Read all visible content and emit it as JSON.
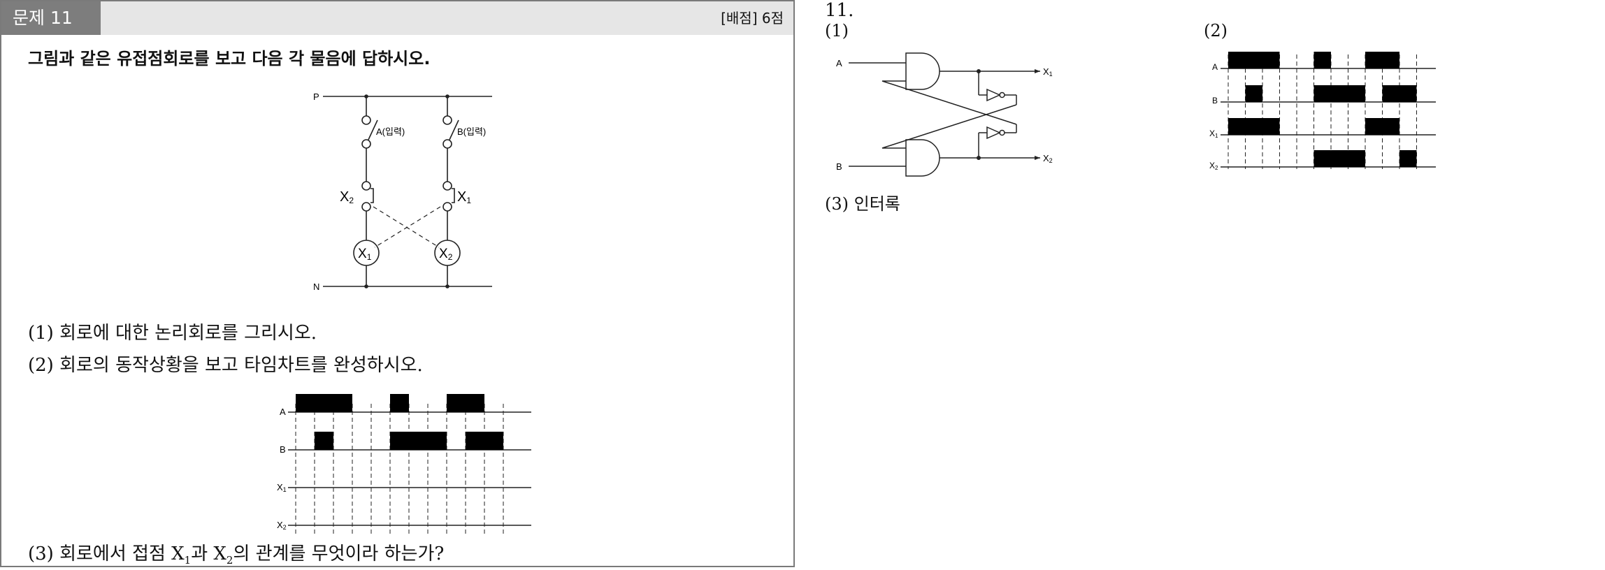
{
  "problem": {
    "tag": "문제 11",
    "score": "[배점] 6점",
    "question": "그림과 같은 유접점회로를 보고 다음 각 물음에 답하시오.",
    "sub1": "(1) 회로에 대한 논리회로를 그리시오.",
    "sub2": "(2) 회로의 동작상황을 보고 타임차트를 완성하시오.",
    "sub3_pre": "(3) 회로에서 접점 X",
    "sub3_mid": "과 X",
    "sub3_post": "의 관계를 무엇이라 하는가?",
    "sub_index_1": "1",
    "sub_index_2": "2"
  },
  "relay_diagram": {
    "rail_top": "P",
    "rail_bottom": "N",
    "switch_a": "A(입력)",
    "switch_b": "B(입력)",
    "contact_left": "X",
    "contact_left_sub": "2",
    "contact_right": "X",
    "contact_right_sub": "1",
    "coil_left": "X",
    "coil_left_sub": "1",
    "coil_right": "X",
    "coil_right_sub": "2"
  },
  "timing_labels": {
    "a": "A",
    "b": "B",
    "x1": "X",
    "x1_sub": "1",
    "x2": "X",
    "x2_sub": "2"
  },
  "answer": {
    "title": "11.",
    "part1": "(1)",
    "part2": "(2)",
    "part3": "(3) 인터록"
  },
  "logic_diagram": {
    "in_a": "A",
    "in_b": "B",
    "out_x1": "X",
    "out_x1_sub": "1",
    "out_x2": "X",
    "out_x2_sub": "2"
  }
}
